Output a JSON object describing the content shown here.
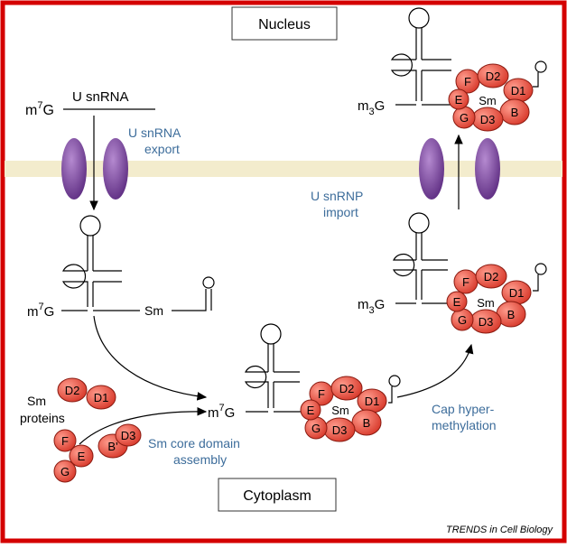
{
  "labels": {
    "nucleus": "Nucleus",
    "cytoplasm": "Cytoplasm",
    "u_snrna": "U snRNA",
    "m7g": "m",
    "m7g_sup": "7",
    "m7g_g": "G",
    "m3g": "m",
    "m3g_sub": "3",
    "m3g_g": "G",
    "sm": "Sm",
    "sm_proteins_1": "Sm",
    "sm_proteins_2": "proteins",
    "export_1": "U snRNA",
    "export_2": "export",
    "import_1": "U snRNP",
    "import_2": "import",
    "assembly_1": "Sm core domain",
    "assembly_2": "assembly",
    "cap_1": "Cap hyper-",
    "cap_2": "methylation",
    "credit": "TRENDS in Cell Biology"
  },
  "proteins": {
    "d1": "D1",
    "d2": "D2",
    "d3": "D3",
    "b": "B",
    "b_prime": "B'",
    "e": "E",
    "f": "F",
    "g": "G",
    "sm": "Sm"
  },
  "colors": {
    "border": "#d40000",
    "membrane": "#f3eccd",
    "pore": "#7d4aa0",
    "protein_fill": "#e85545",
    "protein_stroke": "#8a1a10",
    "blue_text": "#3d6d9b"
  }
}
